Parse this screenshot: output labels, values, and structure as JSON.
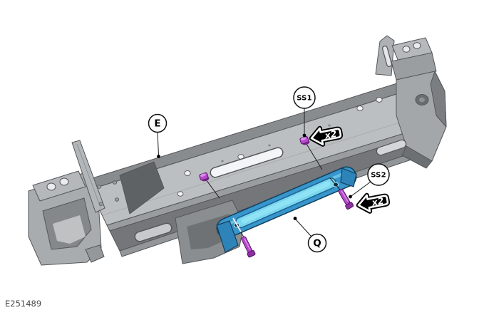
{
  "figure": {
    "code": "E251489",
    "background_color": "#ffffff"
  },
  "callouts": [
    {
      "label": "E"
    },
    {
      "label": "SS1",
      "quantity": "x2"
    },
    {
      "label": "SS2",
      "quantity": "x2"
    },
    {
      "label": "Q"
    }
  ],
  "colors": {
    "part_gray_light": "#bcbfc1",
    "part_gray_mid": "#9a9da0",
    "part_gray_dark": "#747679",
    "outline_gray": "#54575a",
    "bracket_blue": "#3796cc",
    "bracket_blue_light": "#79d7ef",
    "bracket_blue_dark": "#123f5c",
    "fastener_purple": "#b647ca",
    "callout_stroke": "#111111",
    "arrow_fill": "#000000",
    "arrow_text": "#ffffff"
  }
}
